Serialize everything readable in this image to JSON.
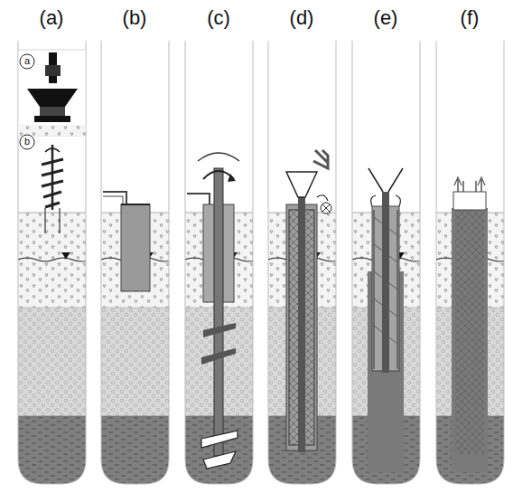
{
  "diagram": {
    "labels": [
      "(a)",
      "(b)",
      "(c)",
      "(d)",
      "(e)",
      "(f)",
      "a",
      "b"
    ]
  }
}
